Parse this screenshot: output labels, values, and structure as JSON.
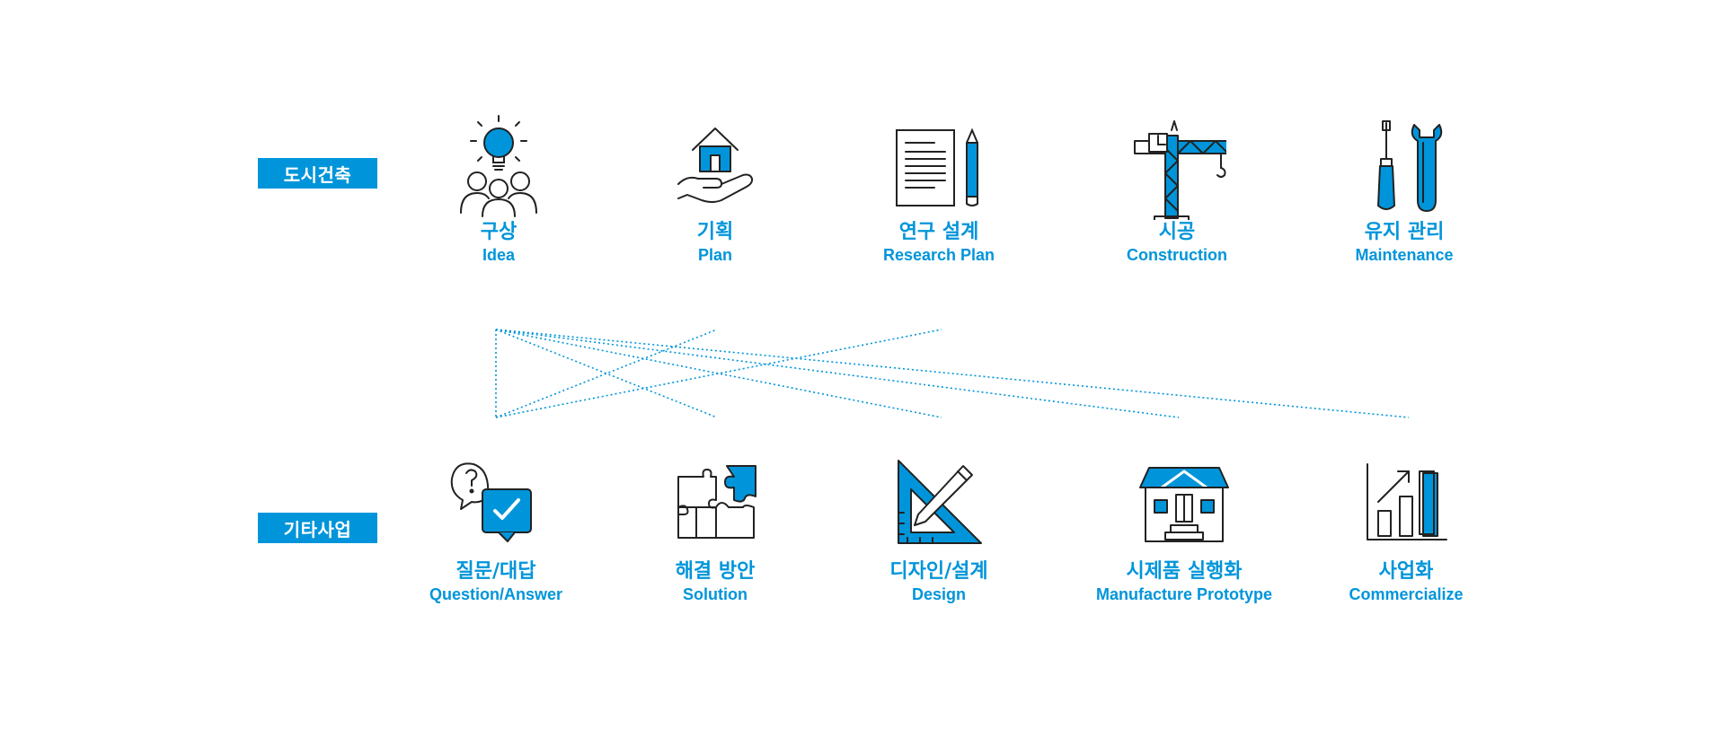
{
  "rows": [
    {
      "label": "도시건축",
      "items": [
        {
          "ko": "구상",
          "en": "Idea",
          "icon": "idea-team-icon"
        },
        {
          "ko": "기획",
          "en": "Plan",
          "icon": "house-in-hand-icon"
        },
        {
          "ko": "연구 설계",
          "en": "Research Plan",
          "icon": "document-pencil-icon"
        },
        {
          "ko": "시공",
          "en": "Construction",
          "icon": "tower-crane-icon"
        },
        {
          "ko": "유지 관리",
          "en": "Maintenance",
          "icon": "screwdriver-wrench-icon"
        }
      ]
    },
    {
      "label": "기타사업",
      "items": [
        {
          "ko": "질문/대답",
          "en": "Question/Answer",
          "icon": "question-check-bubble-icon"
        },
        {
          "ko": "해결 방안",
          "en": "Solution",
          "icon": "puzzle-icon"
        },
        {
          "ko": "디자인/설계",
          "en": "Design",
          "icon": "triangle-ruler-pencil-icon"
        },
        {
          "ko": "시제품 실행화",
          "en": "Manufacture Prototype",
          "icon": "model-house-icon"
        },
        {
          "ko": "사업화",
          "en": "Commercialize",
          "icon": "growth-bar-chart-icon"
        }
      ]
    }
  ],
  "colors": {
    "accent": "#0095da",
    "line": "#222222"
  }
}
